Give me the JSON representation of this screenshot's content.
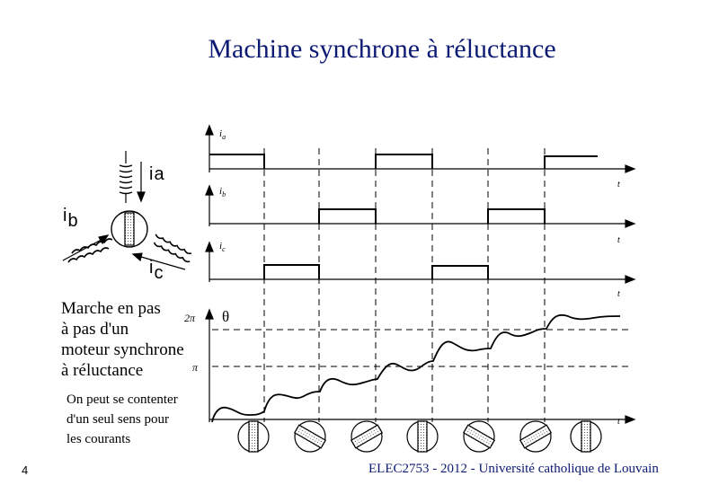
{
  "slide": {
    "title": "Machine synchrone à réluctance",
    "slide_number": "4",
    "footer": "ELEC2753 - 2012 - Université catholique de Louvain"
  },
  "figure": {
    "phase_labels": [
      {
        "base": "i",
        "sub": "a"
      },
      {
        "base": "i",
        "sub": "b"
      },
      {
        "base": "i",
        "sub": "c"
      }
    ],
    "axis_labels": {
      "ia": "i",
      "ia_sub": "a",
      "ib": "i",
      "ib_sub": "b",
      "ic": "i",
      "ic_sub": "c",
      "theta": "θ",
      "two_pi": "2π",
      "pi": "π",
      "t": "t"
    }
  },
  "marche_text": [
    "Marche en pas",
    "à pas d'un",
    "moteur  synchrone",
    "à  réluctance"
  ],
  "note_text": [
    "On peut se contenter",
    "d'un seul sens pour",
    "les courants"
  ],
  "colors": {
    "title": "#0c1a73",
    "footer": "#0c1a73"
  }
}
